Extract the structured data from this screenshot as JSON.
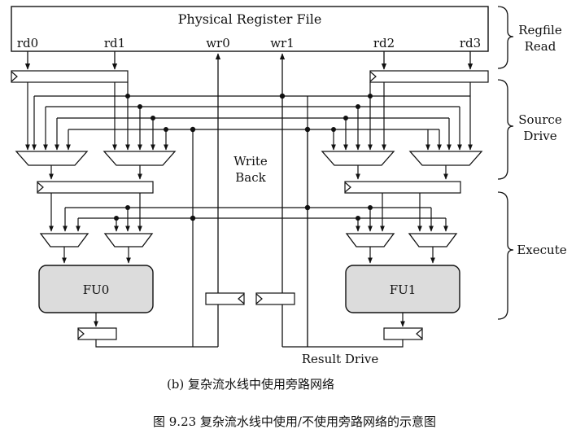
{
  "register_file": {
    "title": "Physical Register File",
    "ports": [
      "rd0",
      "rd1",
      "wr0",
      "wr1",
      "rd2",
      "rd3"
    ]
  },
  "stages": [
    "Regfile",
    "Read",
    "Source",
    "Drive",
    "Execute"
  ],
  "labels": {
    "write_back_1": "Write",
    "write_back_2": "Back",
    "fu0": "FU0",
    "fu1": "FU1",
    "result_drive": "Result Drive"
  },
  "captions": {
    "sub": "(b) 复杂流水线中使用旁路网络",
    "figure": "图 9.23   复杂流水线中使用/不使用旁路网络的示意图"
  },
  "colors": {
    "fu_fill": "#dcdcdc",
    "line": "#111111"
  }
}
